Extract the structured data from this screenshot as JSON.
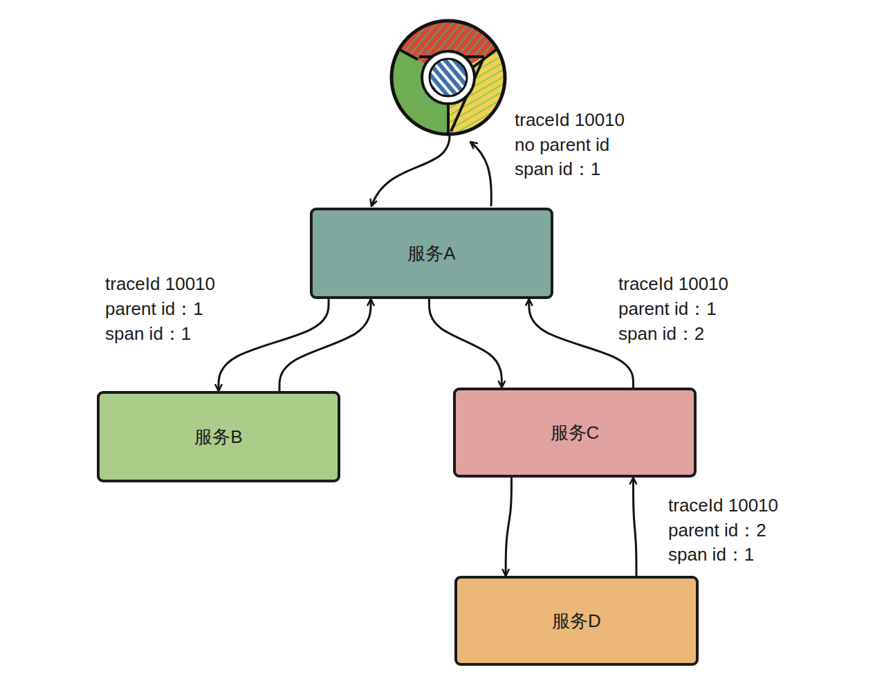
{
  "diagram": {
    "nodes": [
      {
        "text": [
          "服务A"
        ]
      },
      {
        "text": [
          "服务B"
        ]
      },
      {
        "text": [
          "服务C"
        ]
      },
      {
        "text": [
          "服务D"
        ]
      }
    ],
    "edges": [
      {
        "from": 0,
        "to": 1,
        "arrow": "to"
      },
      {
        "from": 1,
        "to": 0,
        "arrow": "to"
      },
      {
        "from": 0,
        "to": 2,
        "arrow": "to"
      },
      {
        "from": 2,
        "to": 0,
        "arrow": "to"
      },
      {
        "from": 2,
        "to": 3,
        "arrow": "to"
      },
      {
        "from": 3,
        "to": 2,
        "arrow": "to"
      }
    ],
    "labels": [
      "traceId 10010",
      "no parent id",
      "span id：1",
      "traceId 10010",
      "parent id：1",
      "span id：1",
      "traceId 10010",
      "parent id：1",
      "span id：2",
      "traceId 10010",
      "parent id：2",
      "span id：1"
    ]
  }
}
